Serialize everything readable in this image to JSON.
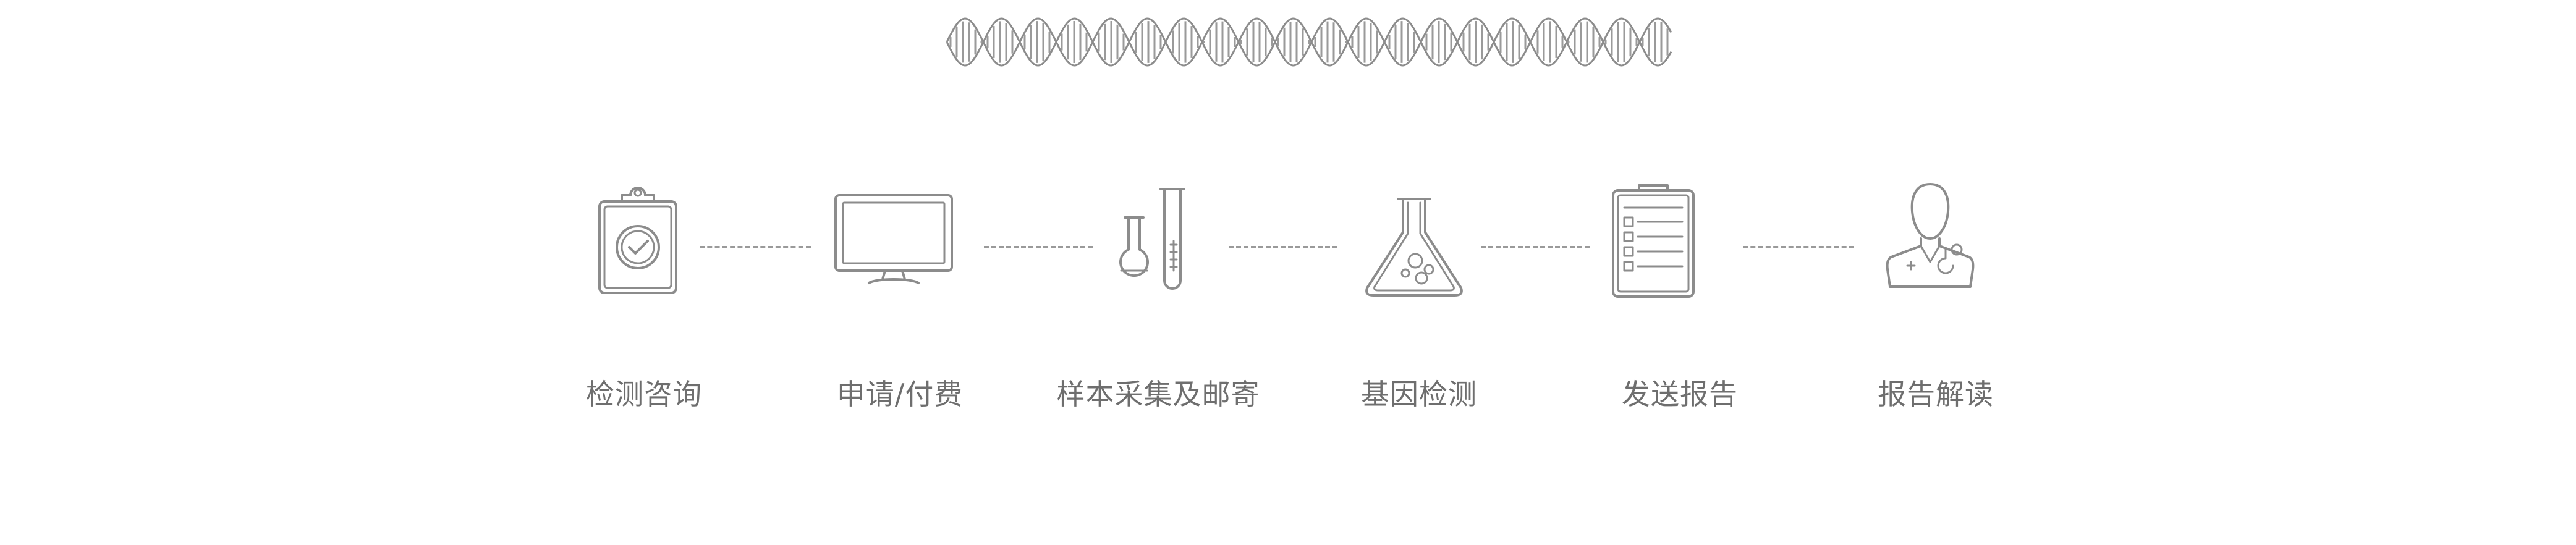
{
  "diagram": {
    "steps": [
      {
        "label": "检测咨询",
        "icon": "clipboard-check-icon"
      },
      {
        "label": "申请/付费",
        "icon": "monitor-icon"
      },
      {
        "label": "样本采集及邮寄",
        "icon": "test-tubes-icon"
      },
      {
        "label": "基因检测",
        "icon": "flask-icon"
      },
      {
        "label": "发送报告",
        "icon": "report-list-icon"
      },
      {
        "label": "报告解读",
        "icon": "doctor-icon"
      }
    ],
    "decoration": {
      "icon": "dna-helix-icon"
    },
    "colors": {
      "line": "#8c8c8c",
      "text": "#6e6e6e",
      "dash": "#9a9a9a"
    }
  }
}
